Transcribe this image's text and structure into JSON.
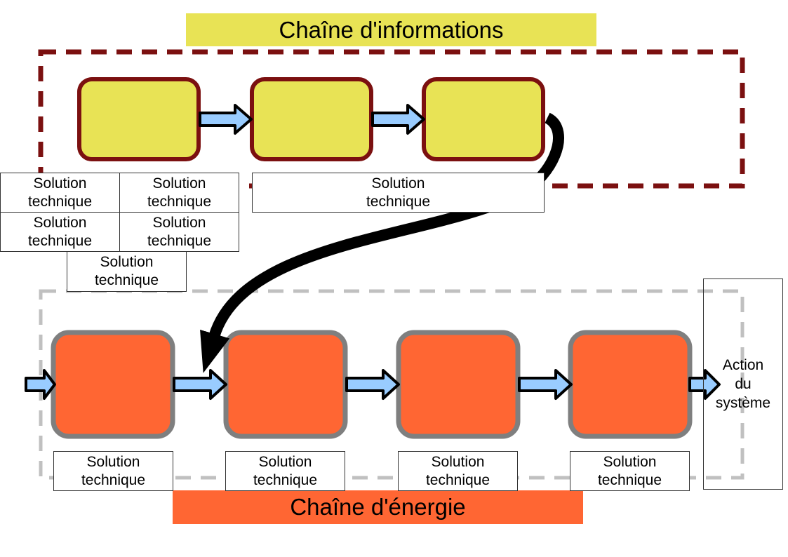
{
  "info_chain": {
    "title": "Chaîne d'informations",
    "title_bg": "#e8e355",
    "block_fill": "#e8e355",
    "block_border": "#7b1010",
    "frame_color": "#7b1010",
    "blocks": 3
  },
  "energy_chain": {
    "title": "Chaîne d'énergie",
    "title_bg": "#ff6633",
    "block_fill": "#ff6633",
    "block_border": "#7f7f7f",
    "frame_color": "#c0c0c0",
    "blocks": 4
  },
  "arrow_fill": "#99ccff",
  "solution_line1": "Solution",
  "solution_line2": "technique",
  "action": {
    "line1": "Action",
    "line2": "du",
    "line3": "système"
  }
}
